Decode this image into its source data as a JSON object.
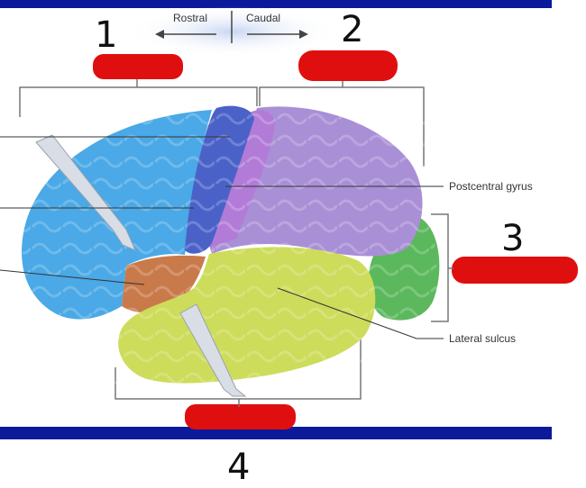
{
  "orientation": {
    "rostral": "Rostral",
    "caudal": "Caudal"
  },
  "labels": {
    "postcentral": "Postcentral gyrus",
    "lateral_sulcus": "Lateral sulcus"
  },
  "handwritten": {
    "n1": "1",
    "n2": "2",
    "n3": "3",
    "n4": "4"
  },
  "colors": {
    "frame_blue": "#0a1a9a",
    "redaction_red": "#e00f0f",
    "frontal": "#4aa9e6",
    "precentral": "#4a62c8",
    "parietal": "#a98fd6",
    "postcentral": "#b27bd8",
    "temporal": "#cddc5a",
    "occipital": "#5cb85c",
    "insula_operculum": "#c97a4a"
  }
}
